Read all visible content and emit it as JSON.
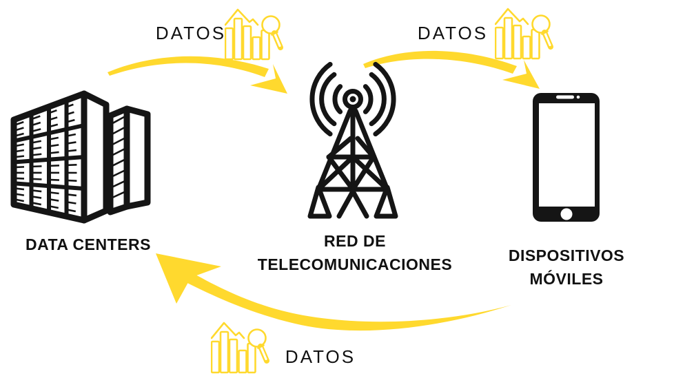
{
  "colors": {
    "background": "#ffffff",
    "accent": "#FFD92E",
    "ink": "#111111",
    "ink2": "#151515"
  },
  "nodes": {
    "data_centers": {
      "label": "DATA CENTERS",
      "icon": "server-racks-icon"
    },
    "telecom": {
      "lines": [
        "RED DE",
        "TELECOMUNICACIONES"
      ],
      "icon": "radio-tower-icon"
    },
    "mobile": {
      "lines": [
        "DISPOSITIVOS",
        "MÓVILES"
      ],
      "icon": "smartphone-icon"
    }
  },
  "flows": {
    "dc_to_telecom": {
      "label": "DATOS",
      "icon": "data-analysis-chart-icon",
      "arrow": "yellow-curved-arrow"
    },
    "telecom_to_mobile": {
      "label": "DATOS",
      "icon": "data-analysis-chart-icon",
      "arrow": "yellow-curved-arrow"
    },
    "mobile_to_dc": {
      "label": "DATOS",
      "icon": "data-analysis-chart-icon",
      "arrow": "yellow-curved-arrow"
    }
  }
}
